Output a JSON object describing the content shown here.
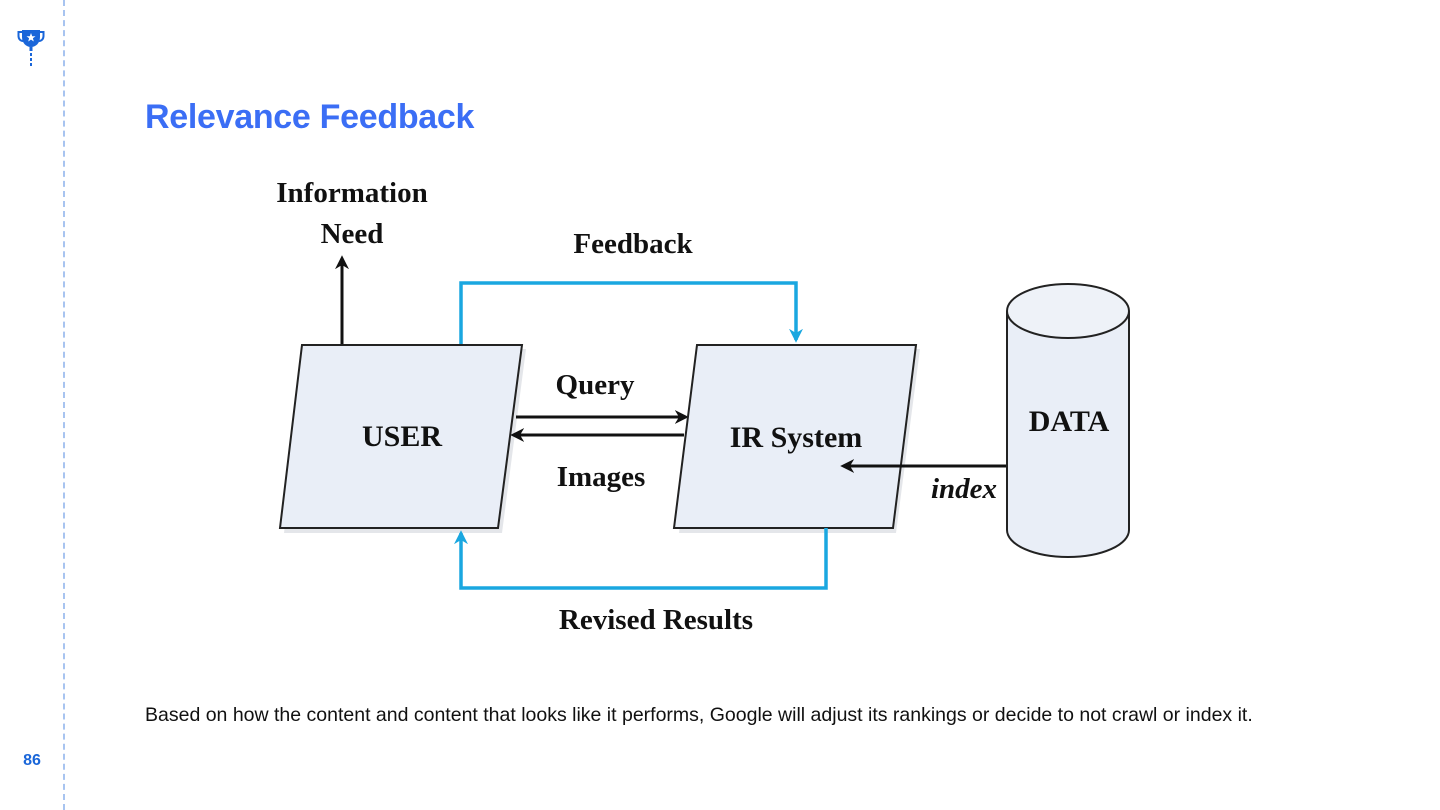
{
  "slide": {
    "title": "Relevance Feedback",
    "page_number": "86",
    "caption": "Based on how the content and content that looks like it performs, Google will adjust its rankings or decide to not crawl or index it."
  },
  "diagram": {
    "info_need_line1": "Information",
    "info_need_line2": "Need",
    "feedback_label": "Feedback",
    "user_label": "USER",
    "query_label": "Query",
    "images_label": "Images",
    "ir_system_label": "IR System",
    "data_label": "DATA",
    "index_label": "index",
    "revised_results_label": "Revised Results"
  },
  "colors": {
    "accent": "#3b6ef5",
    "page_number": "#1a66d9",
    "feedback_loop": "#1aa7e0",
    "box_fill": "#e9eef7"
  },
  "icons": {
    "logo": "trophy-icon"
  }
}
